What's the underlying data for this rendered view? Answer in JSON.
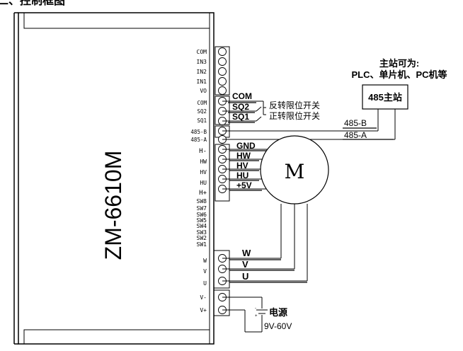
{
  "top_note": "二、控制框图",
  "model": "ZM-6610M",
  "terminal_labels": [
    "COM",
    "IN3",
    "IN2",
    "IN1",
    "VO",
    "COM",
    "SQ2",
    "SQ1",
    "485-B",
    "485-A",
    "H-",
    "HW",
    "HV",
    "HU",
    "H+",
    "SW8",
    "SW7",
    "SW6",
    "SW5",
    "SW4",
    "SW3",
    "SW2",
    "SW1",
    "W",
    "V",
    "U",
    "V-",
    "V+"
  ],
  "wire_labels": {
    "com": "COM",
    "sq2": "SQ2",
    "sq1": "SQ1",
    "reverse_limit": "反转限位开关",
    "forward_limit": "正转限位开关",
    "b485": "485-B",
    "a485": "485-A",
    "gnd": "GND",
    "hw": "HW",
    "hv": "HV",
    "hu": "HU",
    "plus5v": "+5V",
    "w": "W",
    "v": "V",
    "u": "U"
  },
  "master": {
    "title": "主站可为:",
    "subtitle": "PLC、单片机、PC机等",
    "box": "485主站"
  },
  "motor": {
    "label": "M"
  },
  "power": {
    "label": "电源",
    "range": "9V-60V"
  }
}
